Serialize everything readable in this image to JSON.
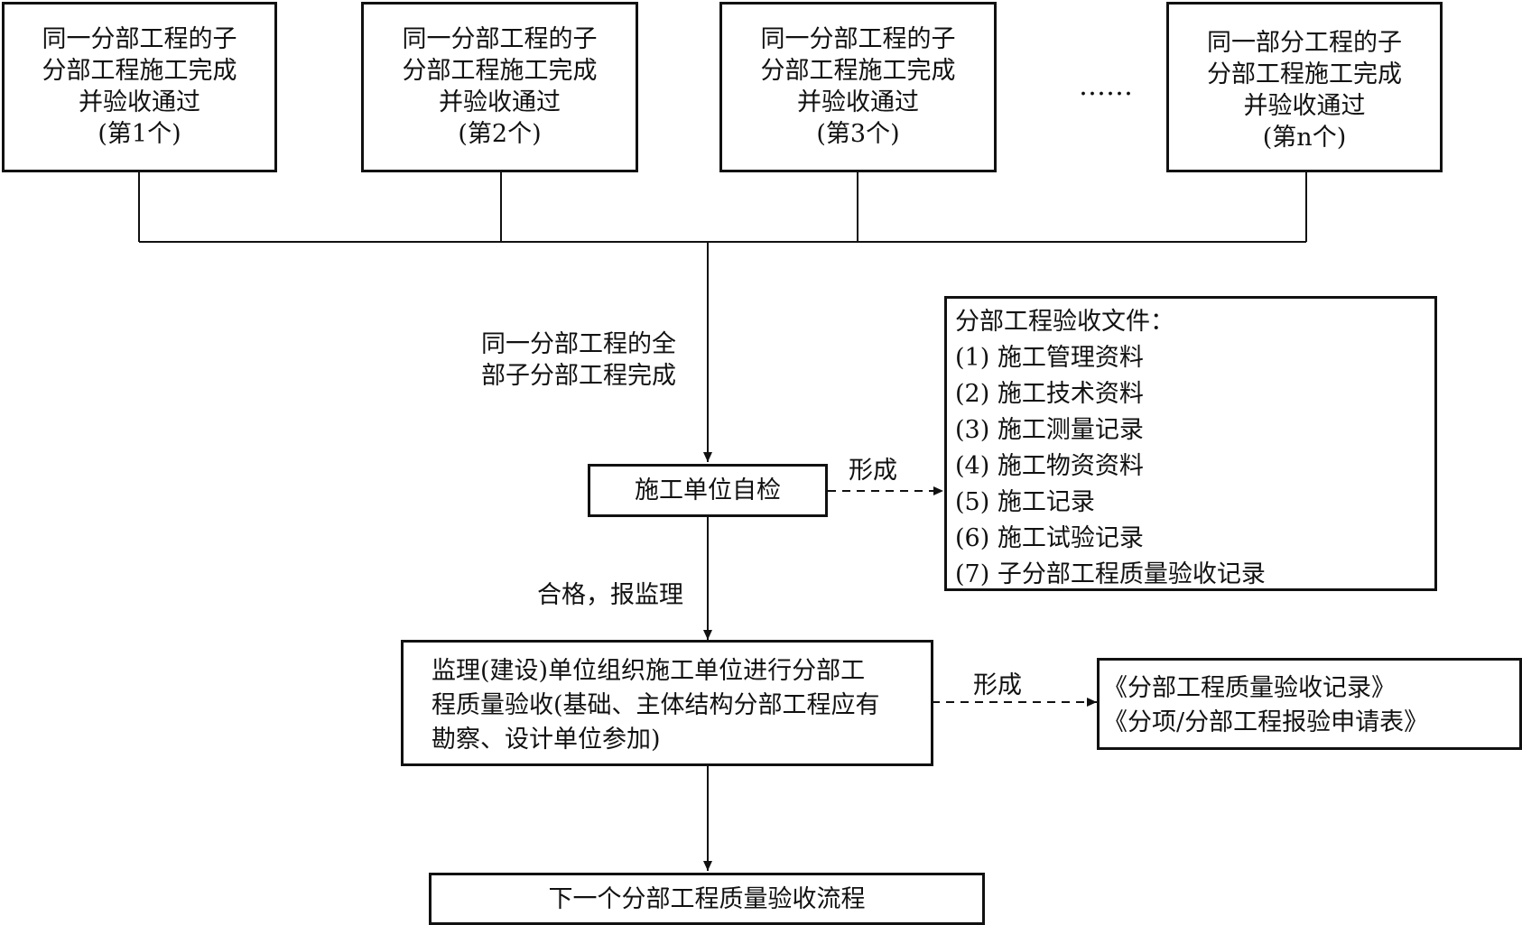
{
  "subparts": [
    {
      "lines": [
        "同一分部工程的子",
        "分部工程施工完成",
        "并验收通过",
        "(第1个)"
      ]
    },
    {
      "lines": [
        "同一分部工程的子",
        "分部工程施工完成",
        "并验收通过",
        "(第2个)"
      ]
    },
    {
      "lines": [
        "同一分部工程的子",
        "分部工程施工完成",
        "并验收通过",
        "(第3个)"
      ]
    },
    {
      "lines": [
        "同一部分工程的子",
        "分部工程施工完成",
        "并验收通过",
        "(第n个)"
      ]
    }
  ],
  "ellipsis": "……",
  "label_all_done": [
    "同一分部工程的全",
    "部子分部工程完成"
  ],
  "self_check": "施工单位自检",
  "label_form_1": "形成",
  "docs": {
    "title": "分部工程验收文件：",
    "items": [
      "(1) 施工管理资料",
      "(2) 施工技术资料",
      "(3) 施工测量记录",
      "(4) 施工物资资料",
      "(5) 施工记录",
      "(6) 施工试验记录",
      "(7) 子分部工程质量验收记录"
    ]
  },
  "label_pass": "合格，报监理",
  "supervision": [
    "监理(建设)单位组织施工单位进行分部工",
    "程质量验收(基础、主体结构分部工程应有",
    "勘察、设计单位参加)"
  ],
  "label_form_2": "形成",
  "records": [
    "《分部工程质量验收记录》",
    "《分项/分部工程报验申请表》"
  ],
  "next_step": "下一个分部工程质量验收流程"
}
